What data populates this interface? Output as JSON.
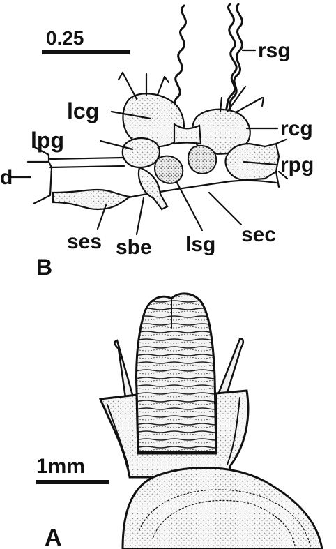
{
  "figure": {
    "panel_b": {
      "panel_label": "B",
      "scale_bar_label": "0.25",
      "labels": {
        "rsg": "rsg",
        "lcg": "lcg",
        "rcg": "rcg",
        "lpg": "lpg",
        "rpg": "rpg",
        "d": "d",
        "ses": "ses",
        "sbe": "sbe",
        "lsg": "lsg",
        "sec": "sec"
      }
    },
    "panel_a": {
      "panel_label": "A",
      "scale_bar_label": "1mm"
    }
  },
  "colors": {
    "ink": "#111111",
    "background": "#ffffff",
    "stipple": "#777777"
  }
}
